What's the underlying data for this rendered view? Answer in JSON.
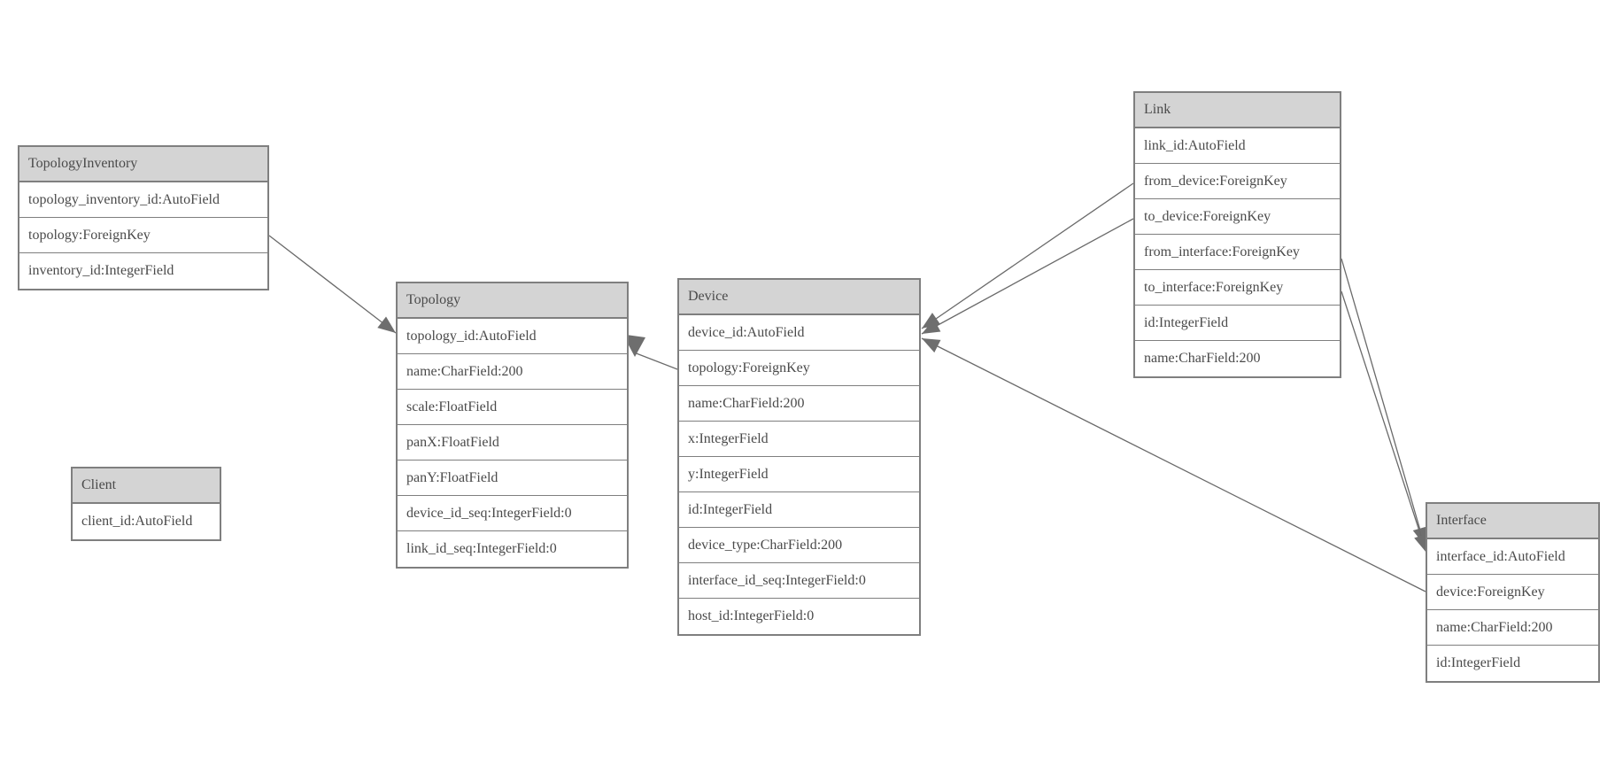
{
  "colors": {
    "background": "#ffffff",
    "table_header_bg": "#d4d4d4",
    "table_border": "#7f7f7f",
    "text": "#4a4a4a",
    "edge_line": "#6a6a6a",
    "arrowhead_fill": "#6e6e6e"
  },
  "tables": [
    {
      "name": "TopologyInventory",
      "fields": [
        "topology_inventory_id:AutoField",
        "topology:ForeignKey",
        "inventory_id:IntegerField"
      ]
    },
    {
      "name": "Topology",
      "fields": [
        "topology_id:AutoField",
        "name:CharField:200",
        "scale:FloatField",
        "panX:FloatField",
        "panY:FloatField",
        "device_id_seq:IntegerField:0",
        "link_id_seq:IntegerField:0"
      ]
    },
    {
      "name": "Client",
      "fields": [
        "client_id:AutoField"
      ]
    },
    {
      "name": "Device",
      "fields": [
        "device_id:AutoField",
        "topology:ForeignKey",
        "name:CharField:200",
        "x:IntegerField",
        "y:IntegerField",
        "id:IntegerField",
        "device_type:CharField:200",
        "interface_id_seq:IntegerField:0",
        "host_id:IntegerField:0"
      ]
    },
    {
      "name": "Link",
      "fields": [
        "link_id:AutoField",
        "from_device:ForeignKey",
        "to_device:ForeignKey",
        "from_interface:ForeignKey",
        "to_interface:ForeignKey",
        "id:IntegerField",
        "name:CharField:200"
      ]
    },
    {
      "name": "Interface",
      "fields": [
        "interface_id:AutoField",
        "device:ForeignKey",
        "name:CharField:200",
        "id:IntegerField"
      ]
    }
  ],
  "relationships": [
    {
      "from": "TopologyInventory.topology",
      "to": "Topology"
    },
    {
      "from": "Device.topology",
      "to": "Topology"
    },
    {
      "from": "Link.from_device",
      "to": "Device"
    },
    {
      "from": "Link.to_device",
      "to": "Device"
    },
    {
      "from": "Link.from_interface",
      "to": "Interface"
    },
    {
      "from": "Link.to_interface",
      "to": "Interface"
    },
    {
      "from": "Interface.device",
      "to": "Device"
    }
  ]
}
